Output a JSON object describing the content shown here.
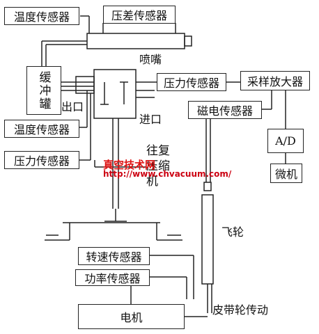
{
  "labels": {
    "temp_sensor_top": "温度传感器",
    "diff_pressure_sensor": "压差传感器",
    "nozzle": "喷嘴",
    "buffer_tank": "缓冲罐",
    "outlet": "出口",
    "inlet": "进口",
    "pressure_sensor_mid": "压力传感器",
    "sampling_amplifier": "采样放大器",
    "magnetic_sensor": "磁电传感器",
    "ad": "A/D",
    "microcomputer": "微机",
    "temp_sensor_left": "温度传感器",
    "pressure_sensor_left": "压力传感器",
    "reciprocating_compressor": "往复压缩机",
    "flywheel": "飞轮",
    "speed_sensor": "转速传感器",
    "power_sensor": "功率传感器",
    "motor": "电机",
    "belt_drive": "皮带轮传动"
  },
  "watermark": {
    "site_name": "真空技术网",
    "site_url": "http://www.chvacuum.com/"
  }
}
